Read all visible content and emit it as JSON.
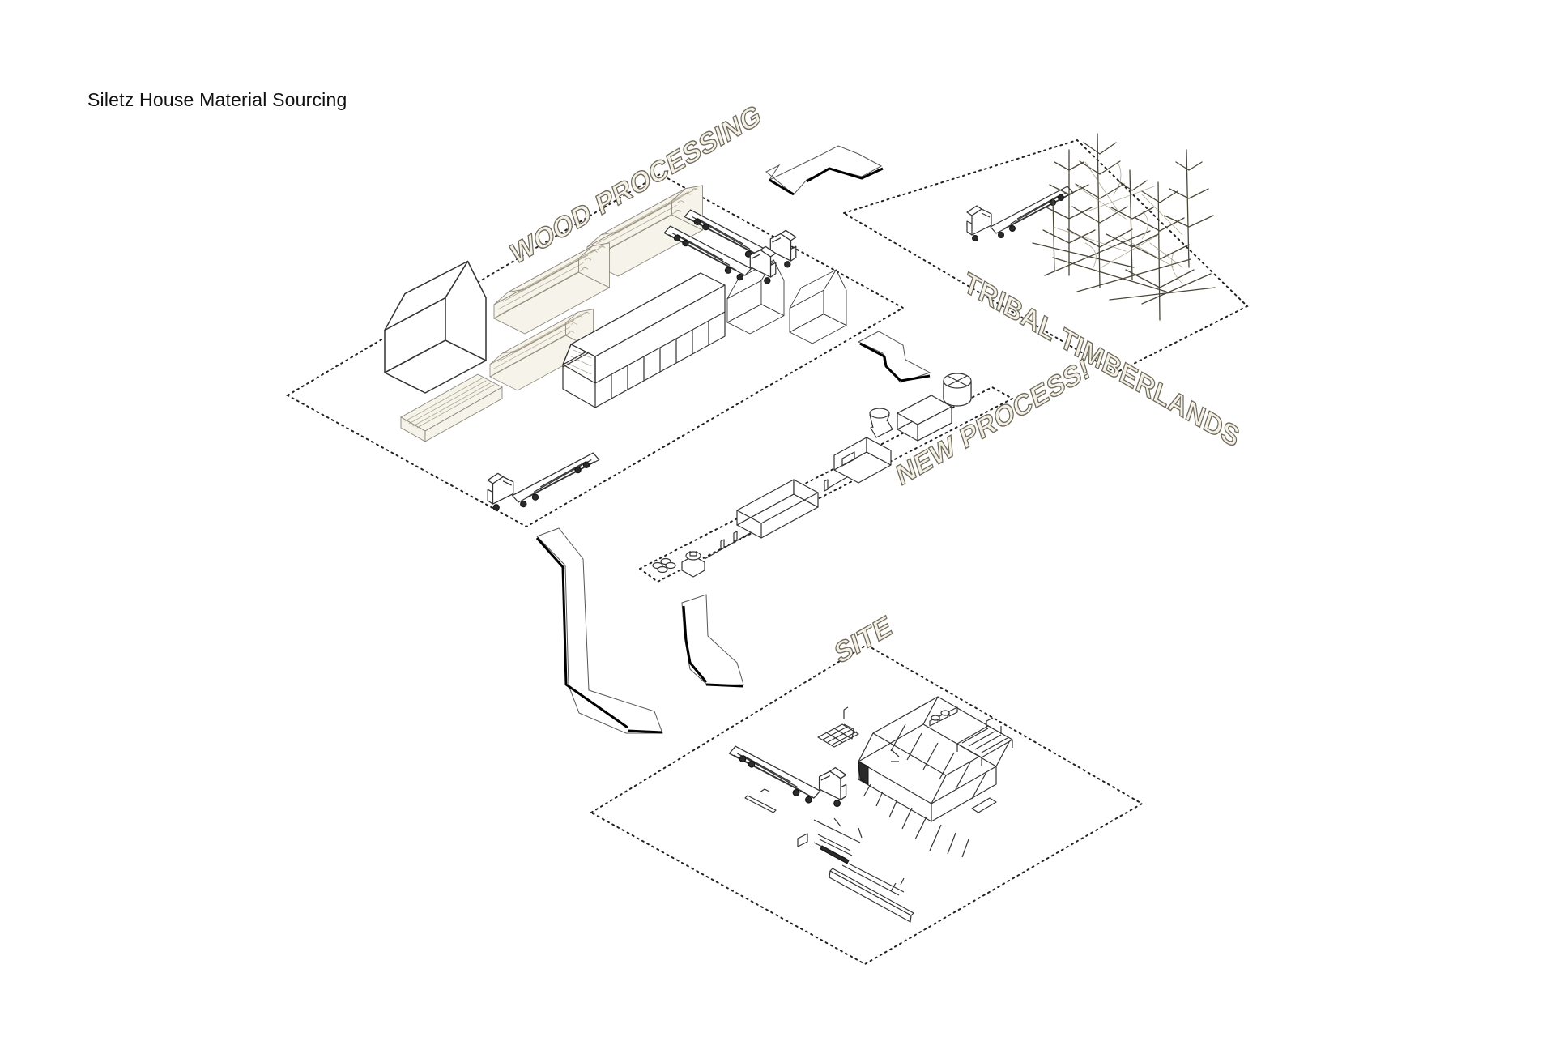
{
  "title": "Siletz House Material Sourcing",
  "zones": {
    "wood_processing": "WOOD PROCESSING",
    "tribal_timberlands": "TRIBAL TIMBERLANDS",
    "new_process": "NEW PROCESS!",
    "site": "SITE"
  },
  "colors": {
    "label_fill": "#f4f1e9",
    "label_outline": "#6f6a5a",
    "line": "#333333",
    "background": "#ffffff"
  }
}
